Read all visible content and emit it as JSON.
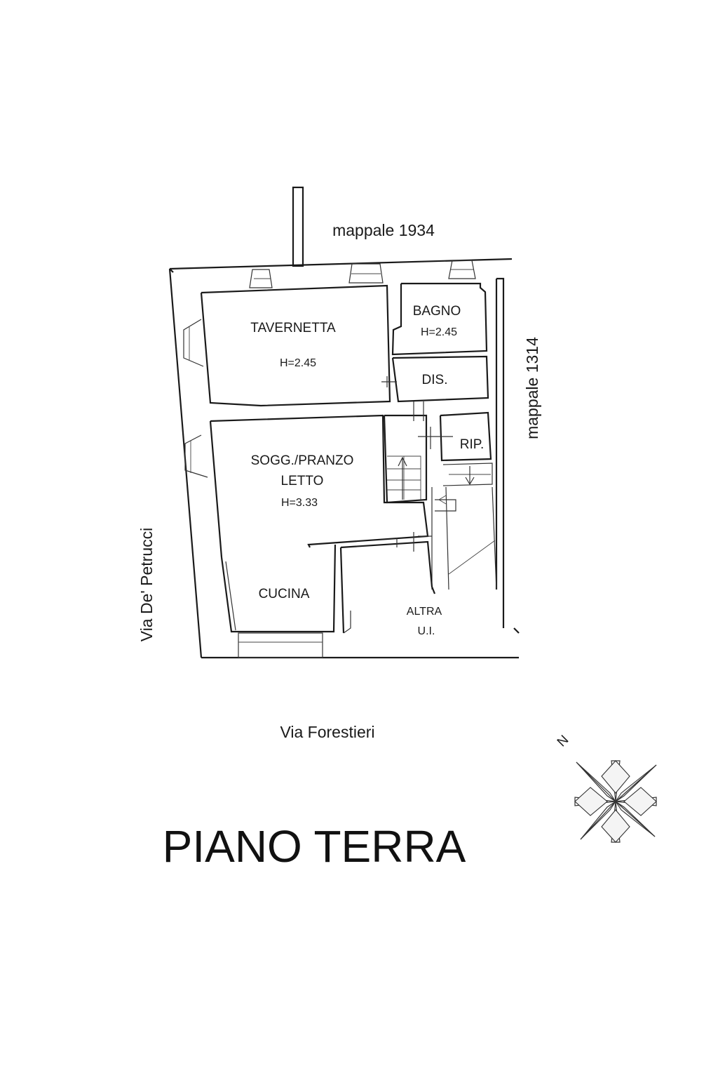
{
  "title": "PIANO TERRA",
  "context_labels": {
    "north_neighbor": "mappale 1934",
    "east_neighbor": "mappale 1314",
    "west_street": "Via De' Petrucci",
    "south_street": "Via Forestieri"
  },
  "rooms": {
    "tavernetta": {
      "name": "TAVERNETTA",
      "height": "H=2.45"
    },
    "bagno": {
      "name": "BAGNO",
      "height": "H=2.45"
    },
    "dis": {
      "name": "DIS."
    },
    "rip": {
      "name": "RIP."
    },
    "soggiorno": {
      "name_line1": "SOGG./PRANZO",
      "name_line2": "LETTO",
      "height": "H=3.33"
    },
    "cucina": {
      "name": "CUCINA"
    },
    "altra_ui": {
      "name_line1": "ALTRA",
      "name_line2": "U.I."
    }
  },
  "compass": {
    "label": "N"
  }
}
